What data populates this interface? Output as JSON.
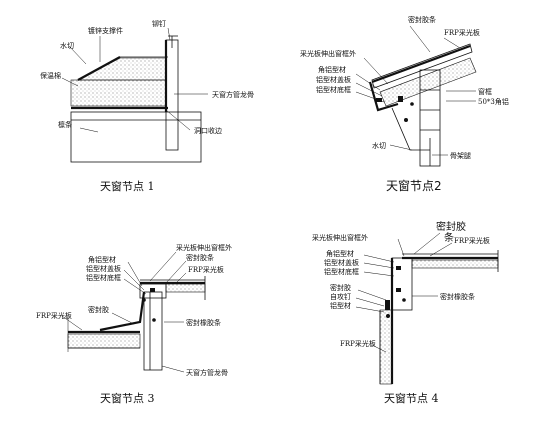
{
  "node1": {
    "caption": "天窗节点 1",
    "labels": {
      "galvanized_support": "镀锌支撑件",
      "rivet": "铆钉",
      "water_cut": "水切",
      "insulation": "保温棉",
      "square_tube": "天窗方管龙骨",
      "opening_trim": "洞口收边",
      "purlin": "檩条"
    }
  },
  "node2": {
    "caption": "天窗节点2",
    "labels": {
      "sealant": "密封胶条",
      "frp_panel": "FRP采光板",
      "panel_extend": "采光板伸出窗框外",
      "angle_alu": "角铝型材",
      "alu_cover": "铝型材盖板",
      "alu_base": "铝型材底框",
      "window_frame": "窗框",
      "angle_50": "50*3角铝",
      "water_cut": "水切",
      "skeleton_leg": "骨架腿"
    }
  },
  "node3": {
    "caption": "天窗节点 3",
    "labels": {
      "panel_extend": "采光板伸出窗框外",
      "angle_alu": "角铝型材",
      "sealant_glue": "密封胶条",
      "alu_cover": "铝型材盖板",
      "alu_base": "铝型材底框",
      "frp_panel": "FRP采光板",
      "sealant": "密封胶",
      "seal_rubber": "密封橡胶条",
      "frp_left": "FRP采光板",
      "square_tube": "天窗方管龙骨"
    }
  },
  "node4": {
    "caption": "天窗节点 4",
    "labels": {
      "sealant_big": "密封胶",
      "sealant_big_tail": "条",
      "frp_panel": "FRP采光板",
      "panel_extend": "采光板伸出窗框外",
      "angle_alu": "角铝型材",
      "alu_cover": "铝型材盖板",
      "alu_base": "铝型材底框",
      "sealant": "密封胶",
      "self_tap": "自攻钉",
      "alu_profile": "铝型材",
      "seal_rubber": "密封橡胶条",
      "frp_bottom": "FRP采光板"
    }
  }
}
